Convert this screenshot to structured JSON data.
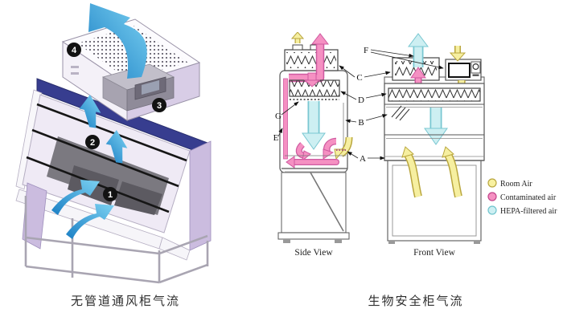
{
  "figures": {
    "left": {
      "caption": "无管道通风柜气流",
      "badges": {
        "b1": "1",
        "b2": "2",
        "b3": "3",
        "b4": "4"
      }
    },
    "right": {
      "caption": "生物安全柜气流",
      "views": {
        "side": "Side View",
        "front": "Front View"
      },
      "labels": {
        "A": "A",
        "B": "B",
        "C": "C",
        "D": "D",
        "E": "E",
        "F": "F",
        "G": "G"
      },
      "legend": [
        {
          "label": "Room Air",
          "color": "#f8f1a0",
          "stroke": "#b9a63e"
        },
        {
          "label": "Contaminated air",
          "color": "#f590c2",
          "stroke": "#c2448a"
        },
        {
          "label": "HEPA-filtered air",
          "color": "#cdeff2",
          "stroke": "#6fc4cd"
        }
      ]
    }
  },
  "colors": {
    "room_air": "#f6efa0",
    "contaminated_air": "#f590c2",
    "hepa_filtered_air": "#c7ecf2",
    "flow_blue": "#29a9e1",
    "cabinet_navy": "#373d8f",
    "cabinet_lavender": "#cbbcdf"
  }
}
